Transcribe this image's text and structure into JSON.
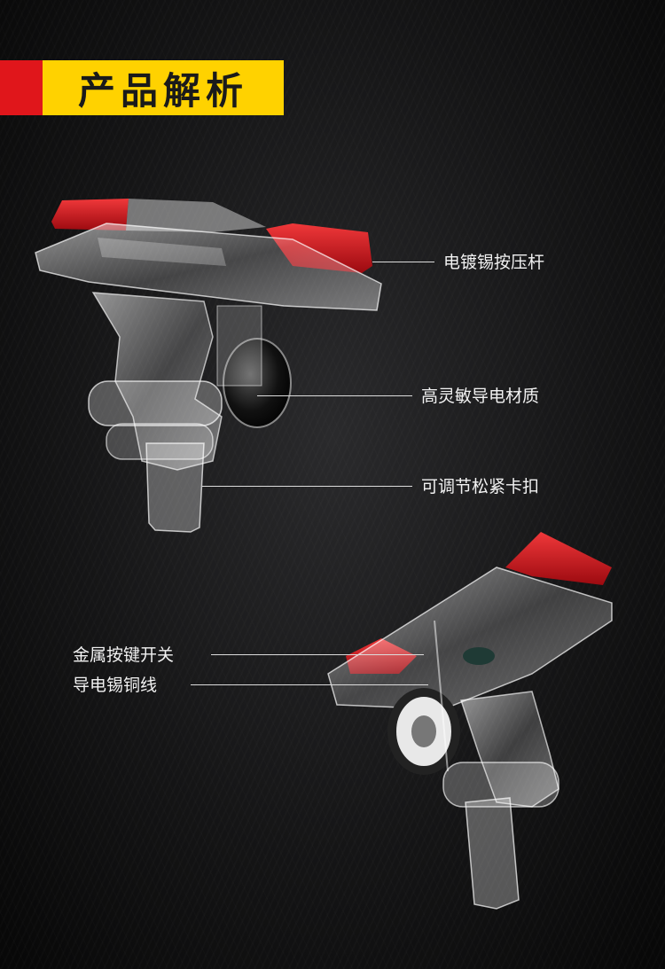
{
  "header": {
    "title": "产品解析"
  },
  "callouts": {
    "top_1": "电镀锡按压杆",
    "top_2": "高灵敏导电材质",
    "top_3": "可调节松紧卡扣",
    "bottom_1": "金属按键开关",
    "bottom_2": "导电锡铜线"
  },
  "colors": {
    "banner_red": "#e0161b",
    "banner_yellow": "#ffd200",
    "trigger_red": "#d8141b",
    "background": "#151516"
  }
}
